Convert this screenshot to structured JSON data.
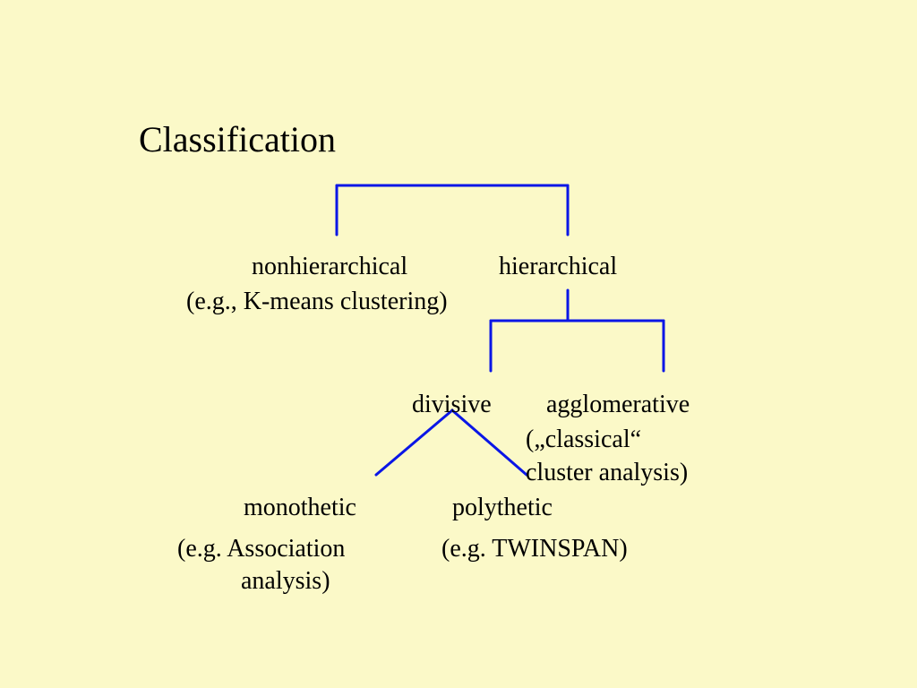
{
  "title": "Classification",
  "nodes": {
    "nonhierarchical": "nonhierarchical",
    "nonhierarchical_example": "(e.g., K-means clustering)",
    "hierarchical": "hierarchical",
    "divisive": "divisive",
    "agglomerative": "agglomerative",
    "agglomerative_example_line1": "(„classical“",
    "agglomerative_example_line2": "cluster analysis)",
    "monothetic": "monothetic",
    "monothetic_example_line1": "(e.g. Association",
    "monothetic_example_line2": "analysis)",
    "polythetic": "polythetic",
    "polythetic_example": "(e.g. TWINSPAN)"
  },
  "connector_color": "#0a16e6",
  "background_color": "#fbf9c8"
}
